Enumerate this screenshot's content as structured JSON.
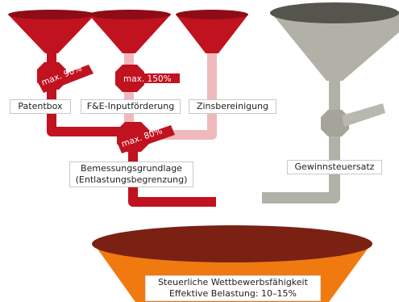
{
  "colors": {
    "red": "#c1121f",
    "red_dark": "#8e0c15",
    "pink": "#efb9bc",
    "gray": "#b1b1a8",
    "gray_dark": "#55554d",
    "orange": "#f07a10",
    "brown": "#7a2113"
  },
  "inputs": [
    {
      "label": "Patentbox",
      "cap": "max. 90%"
    },
    {
      "label": "F&E-Inputförderung",
      "cap": "max. 150%"
    },
    {
      "label": "Zinsbereinigung",
      "cap": ""
    }
  ],
  "base": {
    "line1": "Bemessungsgrundlage",
    "line2": "(Entlastungsbegrenzung)",
    "cap": "max. 80%"
  },
  "rate": {
    "label": "Gewinnsteuersatz"
  },
  "result": {
    "line1": "Steuerliche Wettbewerbsfähigkeit",
    "line2": "Effektive Belastung: 10–15%"
  }
}
